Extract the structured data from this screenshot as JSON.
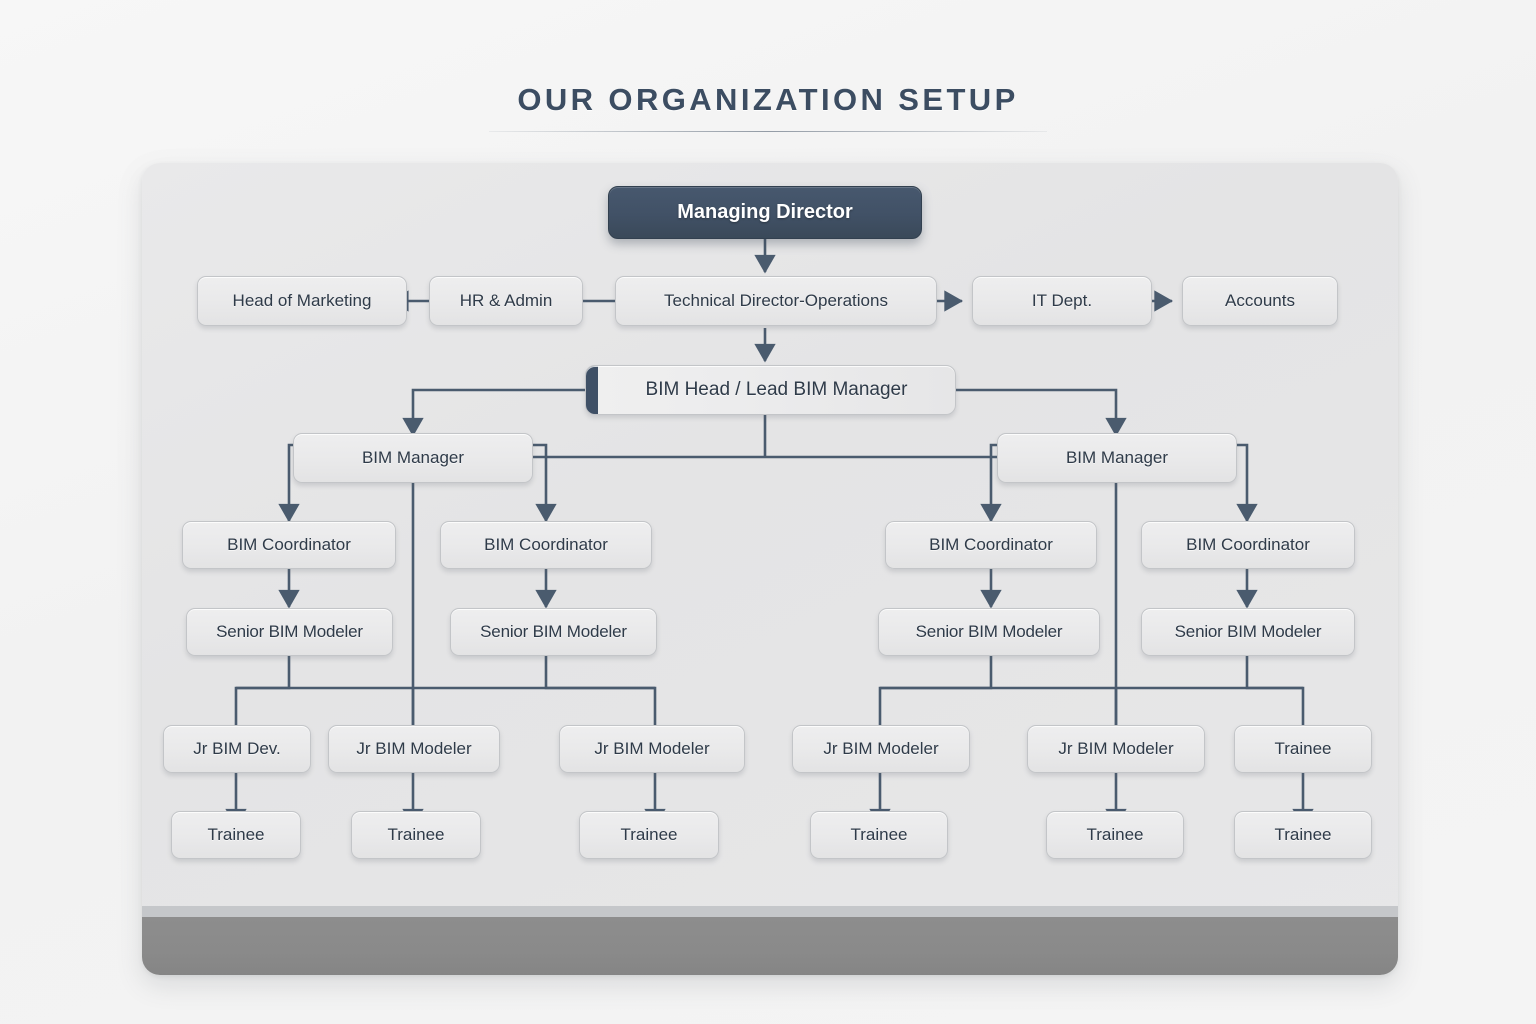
{
  "header": {
    "title": "OUR ORGANIZATION SETUP"
  },
  "chart_data": {
    "type": "diagram",
    "diagram_type": "org-chart",
    "title": "OUR ORGANIZATION SETUP",
    "colors": {
      "accent": "#3f5066",
      "panel_bg": "#e6e6e7",
      "node_bg": "#e9e9ea",
      "node_border": "#c3c5c8",
      "connector": "#4a5b6e",
      "footer_band": "#8a8a8a",
      "strip": "#c5c7ca",
      "text": "#2f3b49"
    },
    "levels": [
      {
        "level": 1,
        "nodes": [
          "Managing Director"
        ]
      },
      {
        "level": 2,
        "nodes": [
          "Head of Marketing",
          "HR & Admin",
          "Technical Director-Operations",
          "IT Dept.",
          "Accounts"
        ]
      },
      {
        "level": 3,
        "nodes": [
          "BIM Head / Lead BIM Manager"
        ]
      },
      {
        "level": 4,
        "nodes": [
          "BIM Manager",
          "BIM Manager"
        ]
      },
      {
        "level": 5,
        "nodes": [
          "BIM Coordinator",
          "BIM Coordinator",
          "BIM Coordinator",
          "BIM Coordinator"
        ]
      },
      {
        "level": 6,
        "nodes": [
          "Senior BIM Modeler",
          "Senior BIM Modeler",
          "Senior BIM Modeler",
          "Senior BIM Modeler"
        ]
      },
      {
        "level": 7,
        "nodes": [
          "Jr BIM Dev.",
          "Jr BIM Modeler",
          "Jr BIM Modeler",
          "Jr BIM Modeler",
          "Jr BIM Modeler",
          "Trainee"
        ]
      },
      {
        "level": 8,
        "nodes": [
          "Trainee",
          "Trainee",
          "Trainee",
          "Trainee",
          "Trainee",
          "Trainee"
        ]
      }
    ],
    "edges": [
      {
        "from": "Managing Director",
        "to": "Technical Director-Operations",
        "style": "arrow-down"
      },
      {
        "from": "Technical Director-Operations",
        "to": "HR & Admin",
        "style": "arrow-left"
      },
      {
        "from": "HR & Admin",
        "to": "Head of Marketing",
        "style": "arrow-left"
      },
      {
        "from": "Technical Director-Operations",
        "to": "IT Dept.",
        "style": "arrow-right"
      },
      {
        "from": "IT Dept.",
        "to": "Accounts",
        "style": "arrow-right"
      },
      {
        "from": "Technical Director-Operations",
        "to": "BIM Head / Lead BIM Manager",
        "style": "arrow-down"
      },
      {
        "from": "BIM Head / Lead BIM Manager",
        "to": "BIM Manager (left)",
        "style": "elbow-arrow"
      },
      {
        "from": "BIM Head / Lead BIM Manager",
        "to": "BIM Manager (right)",
        "style": "elbow-arrow"
      },
      {
        "from": "BIM Manager (left)",
        "to": "BIM Coordinator x2",
        "style": "elbow-arrow"
      },
      {
        "from": "BIM Manager (right)",
        "to": "BIM Coordinator x2",
        "style": "elbow-arrow"
      },
      {
        "from": "BIM Coordinator",
        "to": "Senior BIM Modeler",
        "style": "arrow-down"
      },
      {
        "from": "Senior BIM Modeler",
        "to": "Jr BIM roles",
        "style": "bus-arrow"
      },
      {
        "from": "Jr BIM roles",
        "to": "Trainee",
        "style": "arrow-down"
      }
    ]
  },
  "nodes": {
    "managing_director": "Managing Director",
    "head_of_marketing": "Head of Marketing",
    "hr_admin": "HR & Admin",
    "technical_director": "Technical Director-Operations",
    "it_dept": "IT Dept.",
    "accounts": "Accounts",
    "bim_head": "BIM Head / Lead BIM Manager",
    "bim_manager_left": "BIM Manager",
    "bim_manager_right": "BIM Manager",
    "bim_coordinator_1": "BIM Coordinator",
    "bim_coordinator_2": "BIM Coordinator",
    "bim_coordinator_3": "BIM Coordinator",
    "bim_coordinator_4": "BIM Coordinator",
    "senior_modeler_1": "Senior BIM Modeler",
    "senior_modeler_2": "Senior BIM Modeler",
    "senior_modeler_3": "Senior BIM Modeler",
    "senior_modeler_4": "Senior BIM Modeler",
    "jr_1": "Jr BIM Dev.",
    "jr_2": "Jr BIM Modeler",
    "jr_3": "Jr BIM Modeler",
    "jr_4": "Jr BIM Modeler",
    "jr_5": "Jr BIM Modeler",
    "jr_6": "Trainee",
    "trainee_1": "Trainee",
    "trainee_2": "Trainee",
    "trainee_3": "Trainee",
    "trainee_4": "Trainee",
    "trainee_5": "Trainee",
    "trainee_6": "Trainee"
  }
}
